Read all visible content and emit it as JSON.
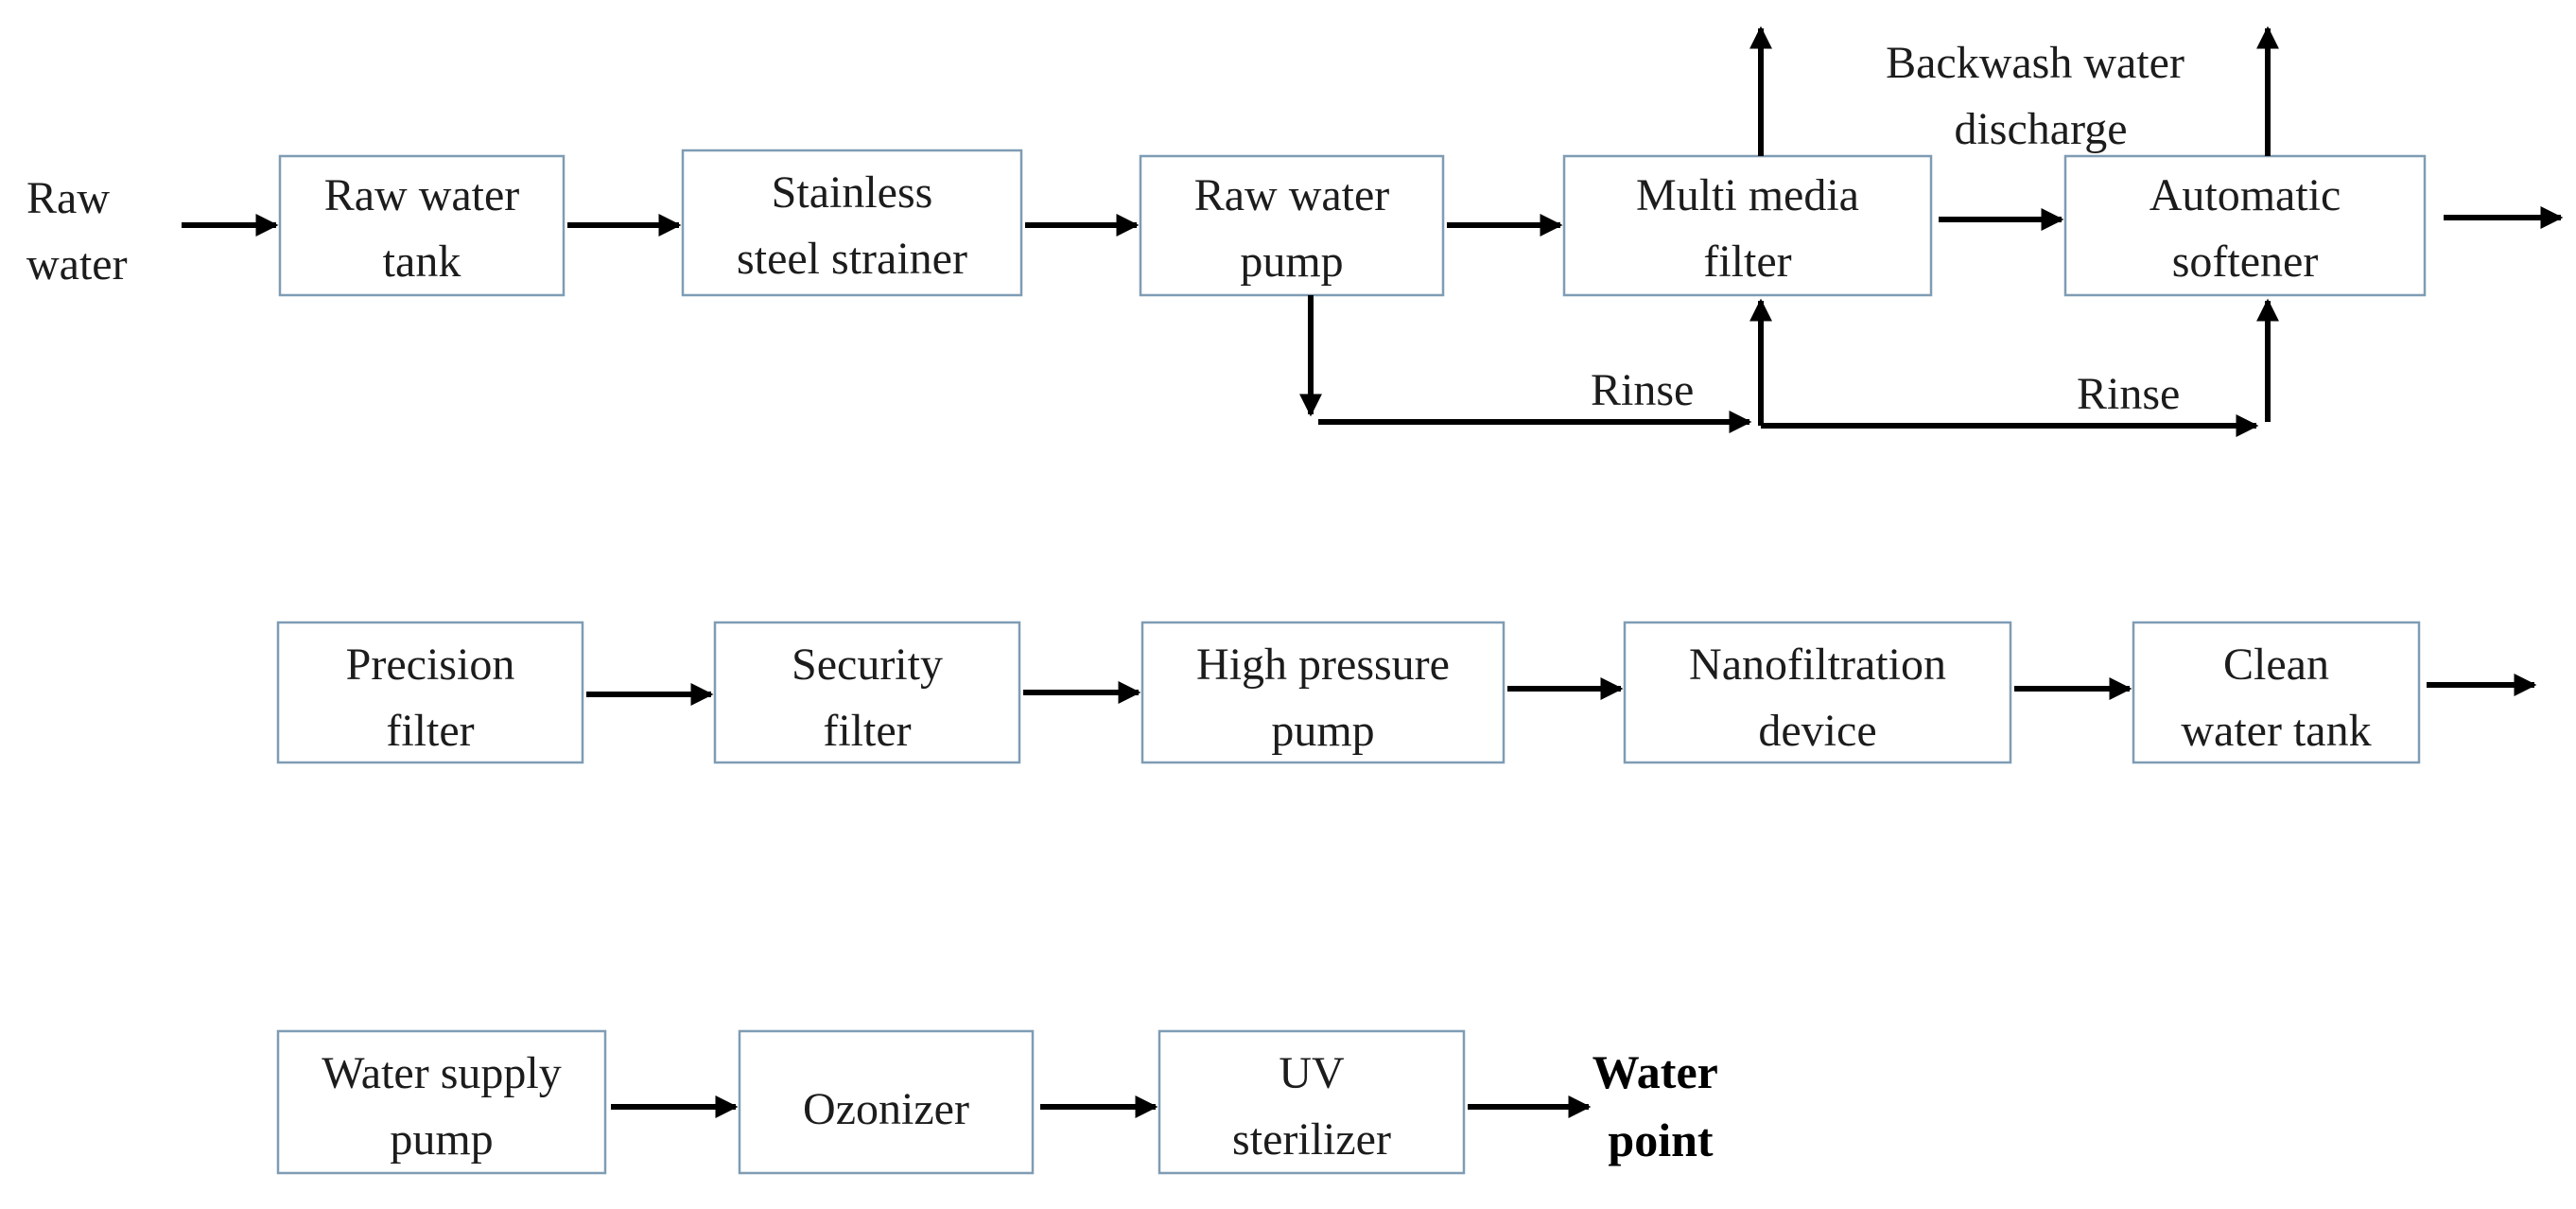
{
  "inputs": {
    "raw_water": [
      "Raw",
      "water"
    ]
  },
  "row1": {
    "raw_water_tank": [
      "Raw water",
      "tank"
    ],
    "stainless_steel_strainer": [
      "Stainless",
      "steel strainer"
    ],
    "raw_water_pump": [
      "Raw water",
      "pump"
    ],
    "multi_media_filter": [
      "Multi media",
      "filter"
    ],
    "automatic_softener": [
      "Automatic",
      "softener"
    ]
  },
  "annotations": {
    "backwash": [
      "Backwash water",
      "discharge"
    ],
    "rinse_1": "Rinse",
    "rinse_2": "Rinse"
  },
  "row2": {
    "precision_filter": [
      "Precision",
      "filter"
    ],
    "security_filter": [
      "Security",
      "filter"
    ],
    "high_pressure_pump": [
      "High pressure",
      "pump"
    ],
    "nanofiltration_device": [
      "Nanofiltration",
      "device"
    ],
    "clean_water_tank": [
      "Clean",
      "water tank"
    ]
  },
  "row3": {
    "water_supply_pump": [
      "Water supply",
      "pump"
    ],
    "ozonizer": [
      "Ozonizer"
    ],
    "uv_sterilizer": [
      "UV",
      "sterilizer"
    ],
    "water_point": [
      "Water",
      "point"
    ]
  }
}
